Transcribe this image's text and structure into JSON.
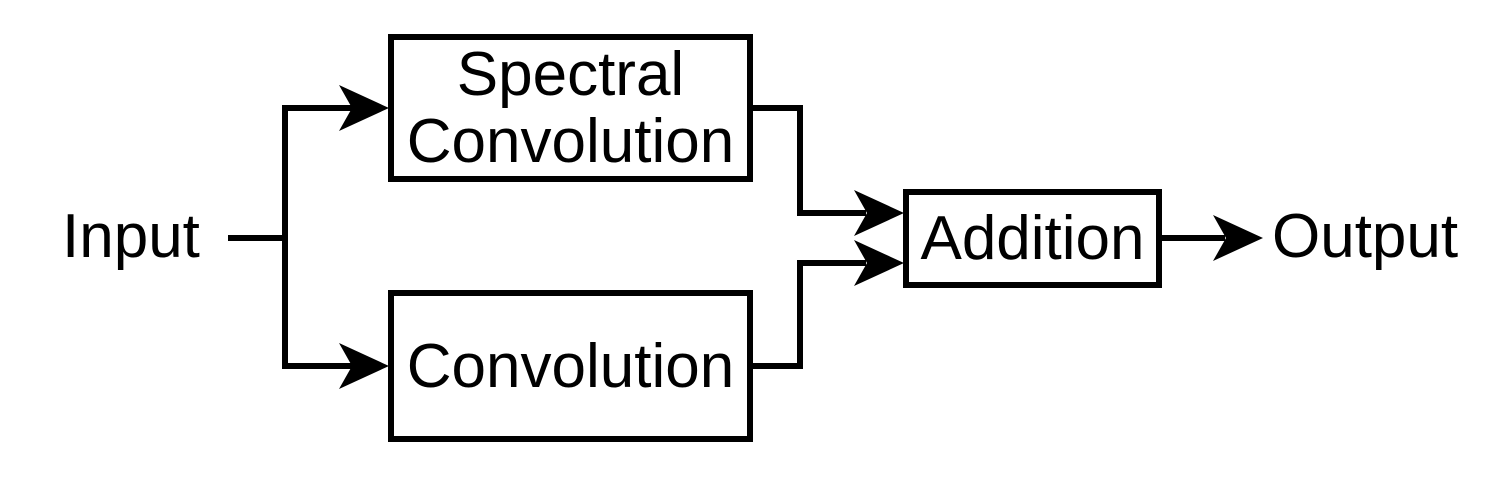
{
  "diagram": {
    "background_color": "#ffffff",
    "line_color": "#000000",
    "text_color": "#000000",
    "labels": {
      "input": "Input",
      "output": "Output"
    },
    "nodes": [
      {
        "id": "spectral-convolution",
        "label": "Spectral Convolution",
        "label_line1": "Spectral",
        "label_line2": "Convolution"
      },
      {
        "id": "convolution",
        "label": "Convolution"
      },
      {
        "id": "addition",
        "label": "Addition"
      }
    ],
    "edges": [
      {
        "from": "input",
        "to": "spectral-convolution"
      },
      {
        "from": "input",
        "to": "convolution"
      },
      {
        "from": "spectral-convolution",
        "to": "addition"
      },
      {
        "from": "convolution",
        "to": "addition"
      },
      {
        "from": "addition",
        "to": "output"
      }
    ]
  }
}
